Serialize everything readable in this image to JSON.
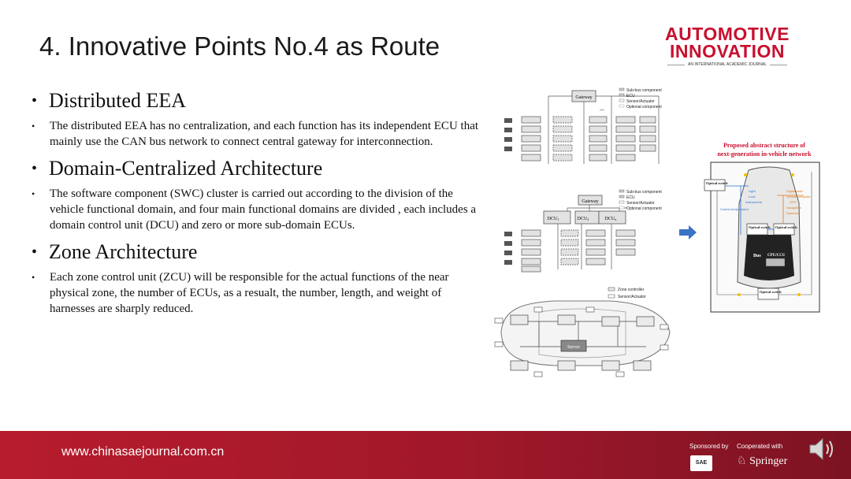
{
  "slide": {
    "title": "4.  Innovative Points No.4 as Route"
  },
  "logo": {
    "line1": "AUTOMOTIVE",
    "line2": "INNOVATION",
    "tagline": "AN INTERNATIONAL ACADEMIC JOURNAL"
  },
  "sections": [
    {
      "heading": "Distributed EEA",
      "body": "The distributed EEA has no centralization,  and each function has its independent  ECU that mainly  use the CAN bus network to connect central gateway  for interconnection."
    },
    {
      "heading": "Domain-Centralized Architecture",
      "body": "The software component  (SWC) cluster is carried out according  to the division of the vehicle functional domain, and four main functional domains are divided  , each includes a domain control unit (DCU) and zero or more sub-domain  ECUs."
    },
    {
      "heading": "Zone Architecture",
      "body": "Each zone control unit (ZCU) will be responsible for the actual functions of the near physical  zone, the number  of ECUs, as a resualt, the number, length, and weight  of harnesses  are sharply  reduced."
    }
  ],
  "diagram1": {
    "gateway": "Gateway",
    "ellipsis": "...",
    "legend": [
      "Sub-bus component",
      "ECU",
      "Sensor/Actuator",
      "Optional component"
    ]
  },
  "diagram2": {
    "gateway": "Gateway",
    "dcu1": "DCU",
    "dcu1_sub": "1",
    "dcu2": "DCU",
    "dcu2_sub": "2",
    "dcun": "DCU",
    "dcun_sub": "n",
    "legend": [
      "Sub-bus component",
      "ECU",
      "Sensor/Actuator",
      "Optional component"
    ]
  },
  "diagram3": {
    "server": "Server",
    "legend": [
      "Zone controller",
      "Sensor/Actuator"
    ]
  },
  "diagram4": {
    "title_line1": "Proposed abstract structure of",
    "title_line2": "next-generation in-vehicle network",
    "optical_switch_1": "Optical switch",
    "optical_switch_2": "Optical switch",
    "optical_switch_3": "Optical switch",
    "optical_switch_4": "Optical switch",
    "bus": "Bus",
    "cpu": "CPU/CCU",
    "labels_left": [
      "Light",
      "Lock",
      "Instruments",
      "Control body control"
    ],
    "labels_right": [
      "Digital radio",
      "Vehicle computer",
      "GPS",
      "Navigation",
      "Dashcam"
    ]
  },
  "footer": {
    "url": "www.chinasaejournal.com.cn",
    "sponsored": "Sponsored by",
    "cooperated": "Cooperated with",
    "sae": "SAE",
    "springer": "Springer"
  },
  "colors": {
    "brand_red": "#c8102e",
    "footer_red": "#b71c2c",
    "arrow_blue": "#3a72c4"
  }
}
